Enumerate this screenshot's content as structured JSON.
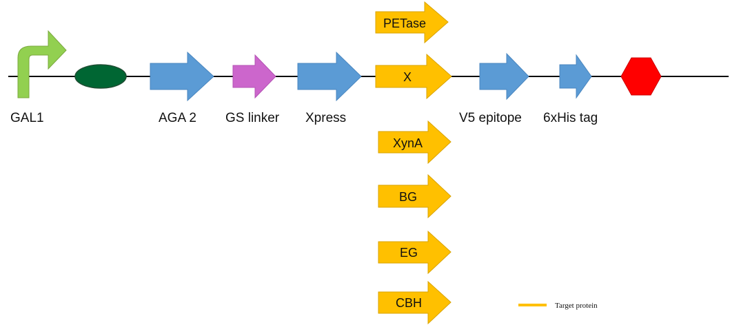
{
  "colors": {
    "backbone": "#000000",
    "promoter": "#92d050",
    "rbs": "#006633",
    "blue_part": "#5b9bd5",
    "linker": "#cc66cc",
    "target": "#ffc000",
    "terminator": "#ff0000"
  },
  "parts": {
    "promoter": {
      "label": "GAL1",
      "icon": "promoter-bent-arrow"
    },
    "rbs": {
      "icon": "rbs-ellipse"
    },
    "aga2": {
      "label": "AGA 2"
    },
    "gs_linker": {
      "label": "GS linker"
    },
    "xpress": {
      "label": "Xpress"
    },
    "x": {
      "label": "X"
    },
    "v5": {
      "label": "V5 epitope"
    },
    "his": {
      "label": "6xHis tag"
    },
    "terminator": {
      "icon": "terminator-hexagon"
    }
  },
  "variants": {
    "petase": "PETase",
    "xyna": "XynA",
    "bg": "BG",
    "eg": "EG",
    "cbh": "CBH"
  },
  "legend": {
    "label": "Target protein"
  }
}
